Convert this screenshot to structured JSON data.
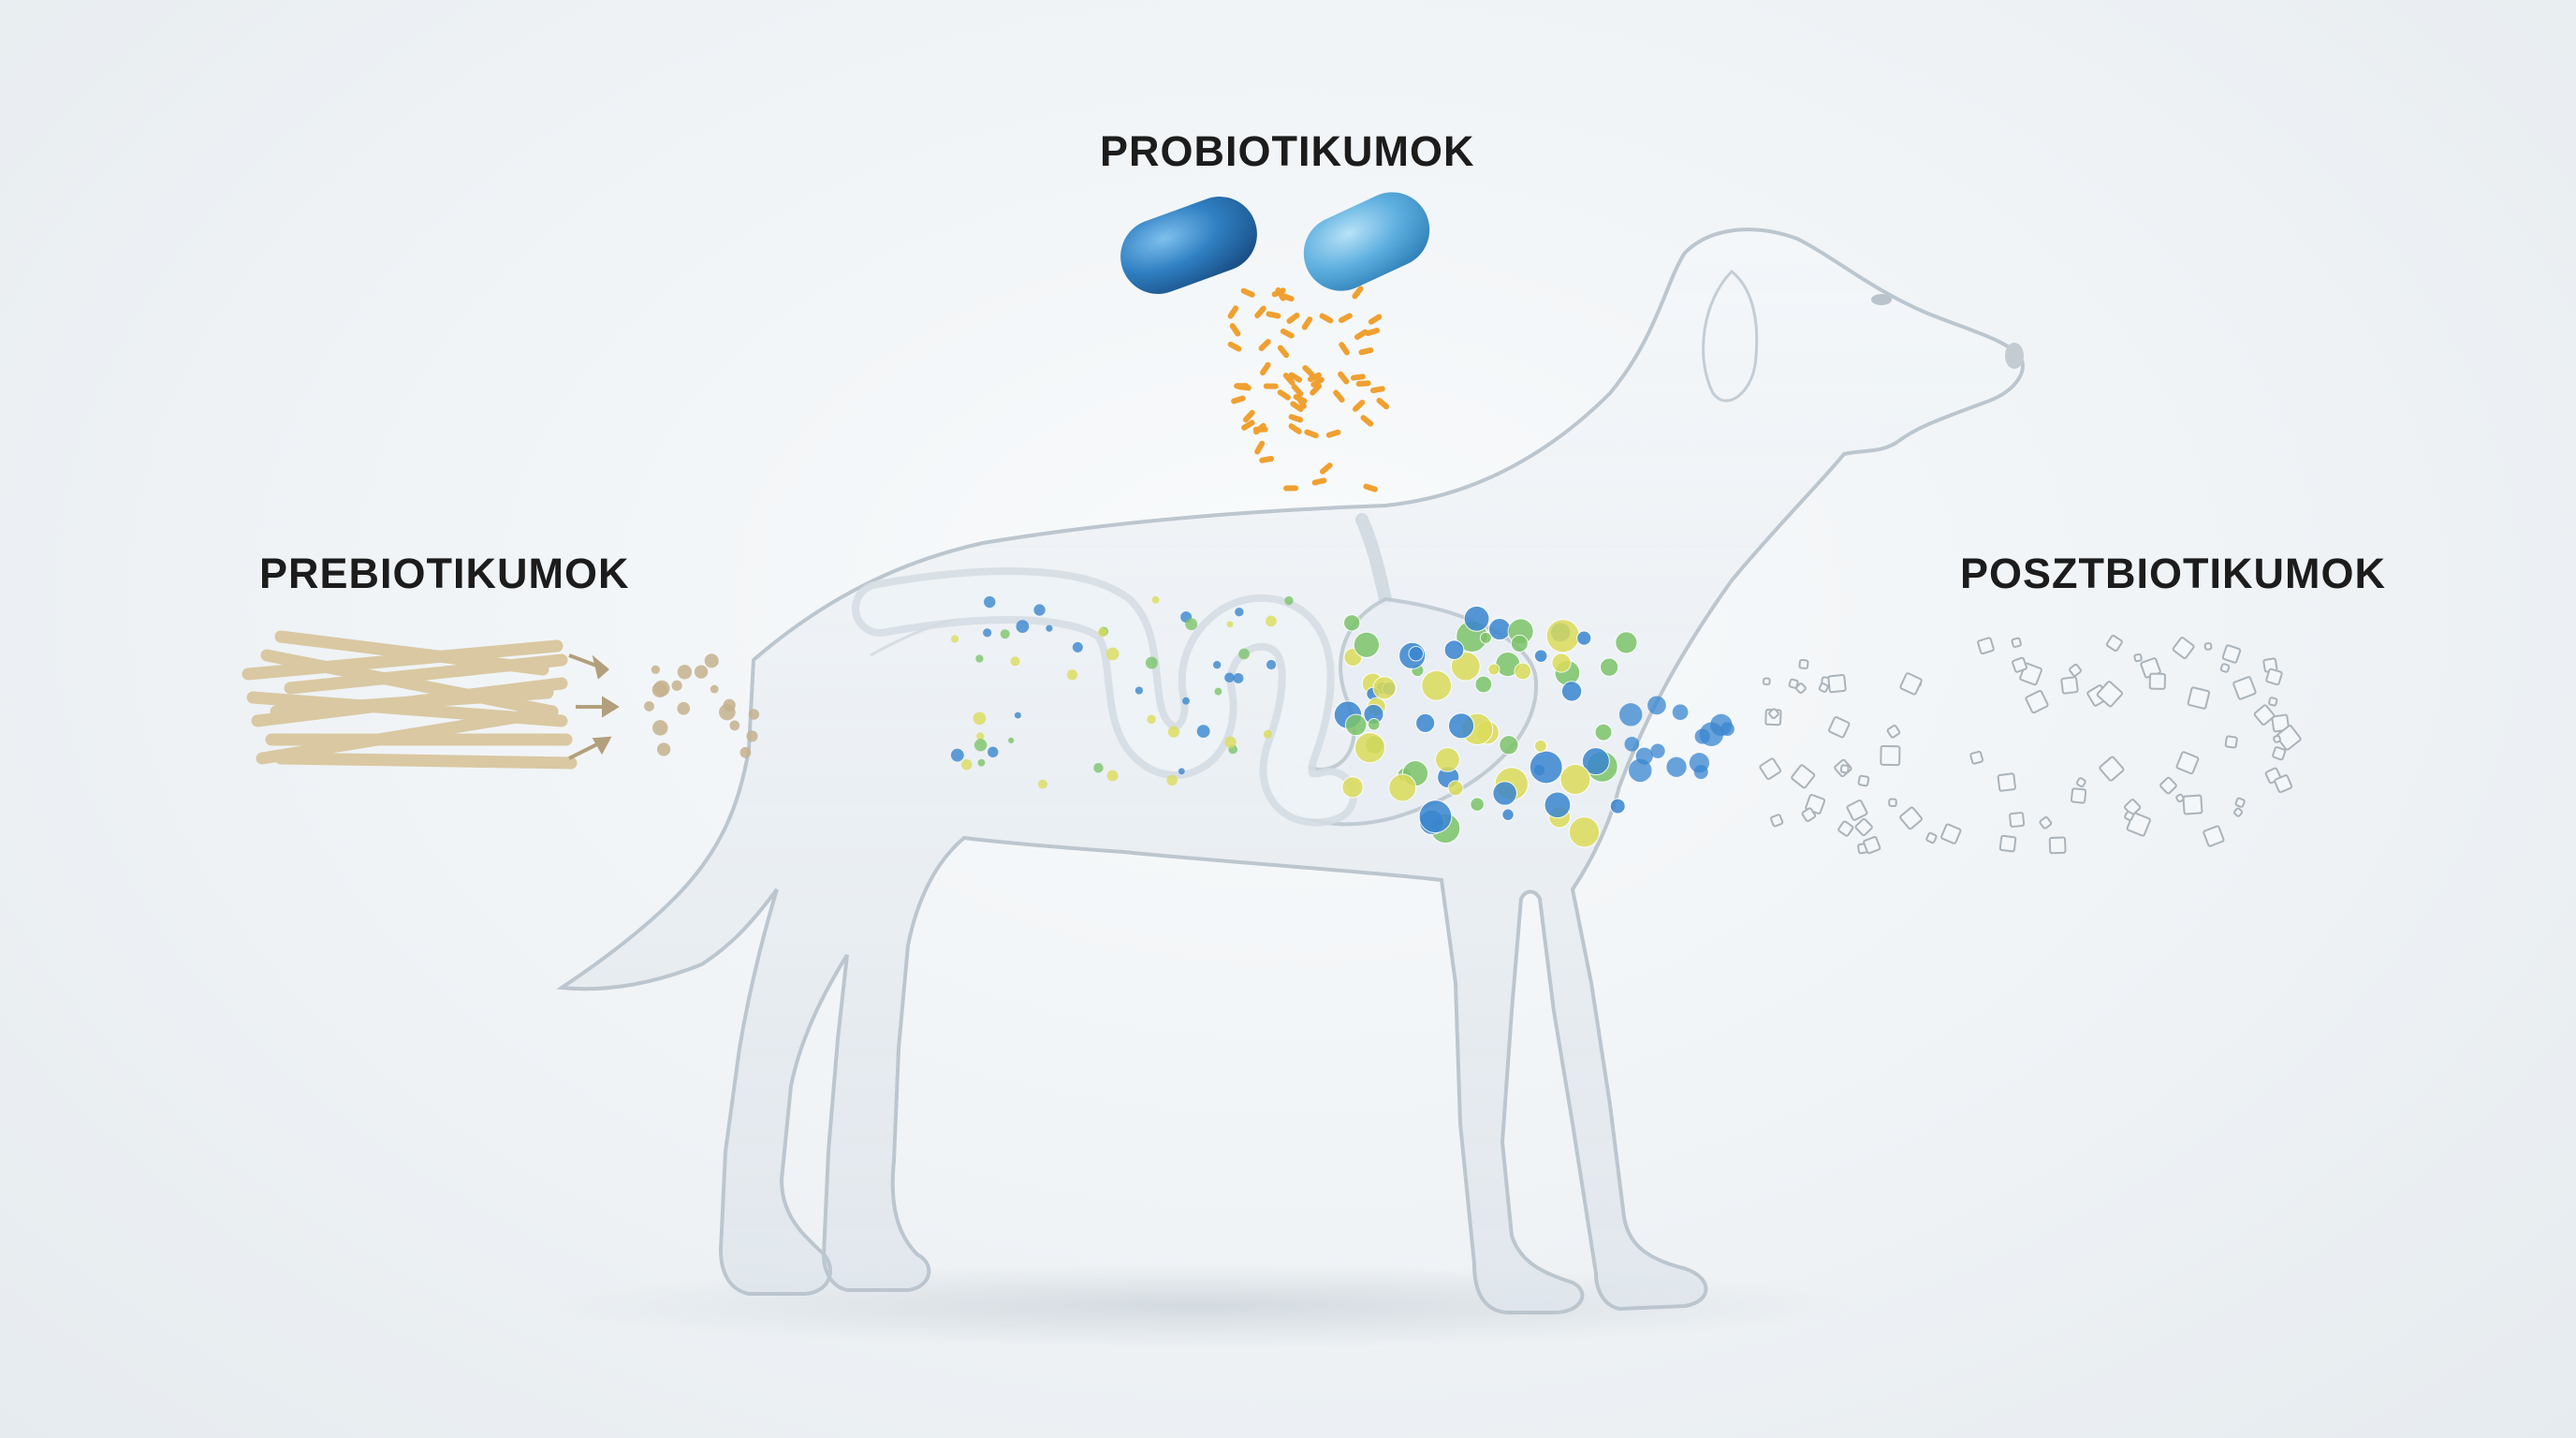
{
  "labels": {
    "probiotics": "PROBIOTIKUMOK",
    "prebiotics": "PREBIOTIKUMOK",
    "postbiotics": "POSZTBIOTIKUMOK"
  },
  "colors": {
    "label_text": "#1c1c1c",
    "capsule_dark": "#2f7fc2",
    "capsule_light": "#5fb0e0",
    "bacteria": "#f0a030",
    "fiber": "#d9c8a2",
    "microbe_blue": "#3a86d0",
    "microbe_green": "#7cc46a",
    "microbe_yellow": "#dcdc5a",
    "crystal": "#aab3ba"
  },
  "icons": [
    "capsule-icon",
    "fiber-bundle-icon",
    "arrow-right-icon",
    "dog-body",
    "intestine",
    "stomach"
  ]
}
